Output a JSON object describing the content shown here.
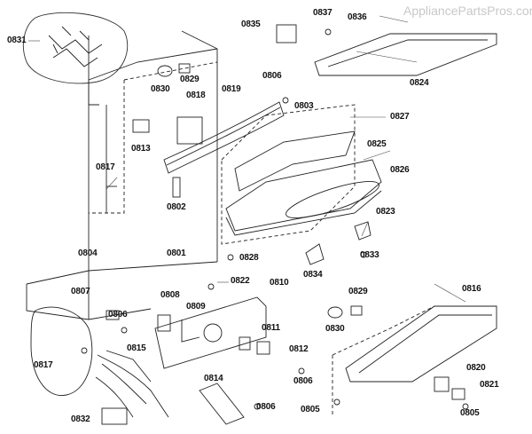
{
  "watermark": "AppliancePartsPros.com",
  "diagram": {
    "title": "",
    "parts": [
      {
        "id": "0831",
        "label": "0831"
      },
      {
        "id": "0835",
        "label": "0835"
      },
      {
        "id": "0837",
        "label": "0837"
      },
      {
        "id": "0836",
        "label": "0836"
      },
      {
        "id": "0824",
        "label": "0824"
      },
      {
        "id": "0829a",
        "label": "0829"
      },
      {
        "id": "0830a",
        "label": "0830"
      },
      {
        "id": "0818",
        "label": "0818"
      },
      {
        "id": "0819",
        "label": "0819"
      },
      {
        "id": "0806a",
        "label": "0806"
      },
      {
        "id": "0803",
        "label": "0803"
      },
      {
        "id": "0827",
        "label": "0827"
      },
      {
        "id": "0813",
        "label": "0813"
      },
      {
        "id": "0825",
        "label": "0825"
      },
      {
        "id": "0826",
        "label": "0826"
      },
      {
        "id": "0817a",
        "label": "0817"
      },
      {
        "id": "0802",
        "label": "0802"
      },
      {
        "id": "0823",
        "label": "0823"
      },
      {
        "id": "0804",
        "label": "0804"
      },
      {
        "id": "0801",
        "label": "0801"
      },
      {
        "id": "0828",
        "label": "0828"
      },
      {
        "id": "0833",
        "label": "0833"
      },
      {
        "id": "0834",
        "label": "0834"
      },
      {
        "id": "0822",
        "label": "0822"
      },
      {
        "id": "0807",
        "label": "0807"
      },
      {
        "id": "0808",
        "label": "0808"
      },
      {
        "id": "0810",
        "label": "0810"
      },
      {
        "id": "0816",
        "label": "0816"
      },
      {
        "id": "0829b",
        "label": "0829"
      },
      {
        "id": "0806b",
        "label": "0806"
      },
      {
        "id": "0809",
        "label": "0809"
      },
      {
        "id": "0830b",
        "label": "0830"
      },
      {
        "id": "0811",
        "label": "0811"
      },
      {
        "id": "0815",
        "label": "0815"
      },
      {
        "id": "0812",
        "label": "0812"
      },
      {
        "id": "0817b",
        "label": "0817"
      },
      {
        "id": "0806c",
        "label": "0806"
      },
      {
        "id": "0820",
        "label": "0820"
      },
      {
        "id": "0814",
        "label": "0814"
      },
      {
        "id": "0821",
        "label": "0821"
      },
      {
        "id": "0806d",
        "label": "0806"
      },
      {
        "id": "0805a",
        "label": "0805"
      },
      {
        "id": "0832",
        "label": "0832"
      },
      {
        "id": "0805b",
        "label": "0805"
      }
    ]
  }
}
